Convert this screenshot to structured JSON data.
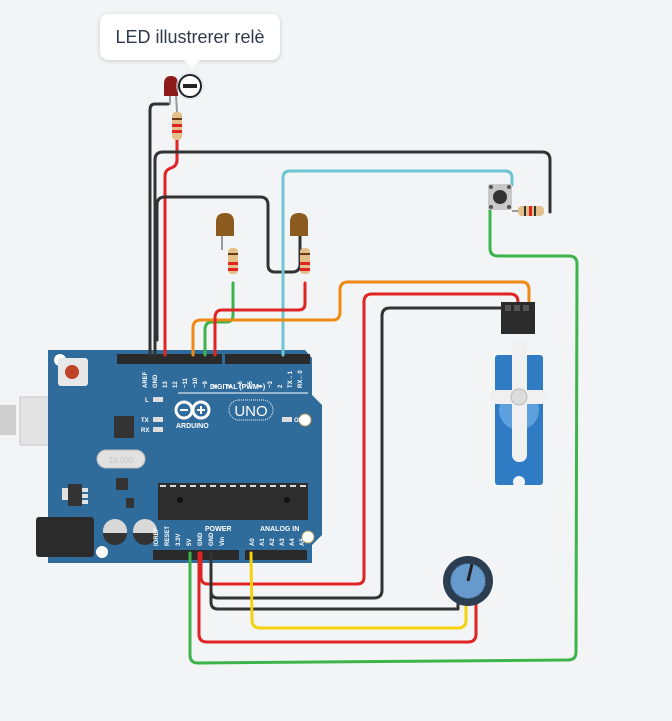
{
  "tooltip": {
    "text": "LED illustrerer relè"
  },
  "board": {
    "name": "Arduino UNO",
    "brand_label": "ARDUINO",
    "model_label": "UNO",
    "digital_header_label": "DIGITAL (PWM~)",
    "power_header_label": "POWER",
    "analog_header_label": "ANALOG IN",
    "led_labels": [
      "L",
      "TX",
      "RX",
      "ON"
    ],
    "crystal_label": "16.000",
    "digital_pins": [
      "AREF",
      "GND",
      "13",
      "12",
      "~11",
      "~10",
      "~9",
      "8",
      "7",
      "~6",
      "~5",
      "4",
      "~3",
      "2",
      "TX→1",
      "RX←0"
    ],
    "power_pins": [
      "IOREF",
      "RESET",
      "3.3V",
      "5V",
      "GND",
      "GND",
      "Vin"
    ],
    "analog_pins": [
      "A0",
      "A1",
      "A2",
      "A3",
      "A4",
      "A5"
    ]
  },
  "components": {
    "red_led": {
      "color": "#8b1a1a",
      "label": "LED"
    },
    "yellow_leds": [
      {
        "color": "#8a5a1e"
      },
      {
        "color": "#8a5a1e"
      }
    ],
    "pushbutton": {
      "label": "Pushbutton"
    },
    "servo": {
      "label": "Servo"
    },
    "potentiometer": {
      "label": "Potentiometer"
    },
    "remove_button": {
      "label": "remove"
    }
  },
  "wire_colors": {
    "black": "#333333",
    "red": "#e02424",
    "green": "#3cb44b",
    "orange": "#ef8a17",
    "cyan": "#6cc4d4",
    "yellow": "#f5d20c"
  }
}
